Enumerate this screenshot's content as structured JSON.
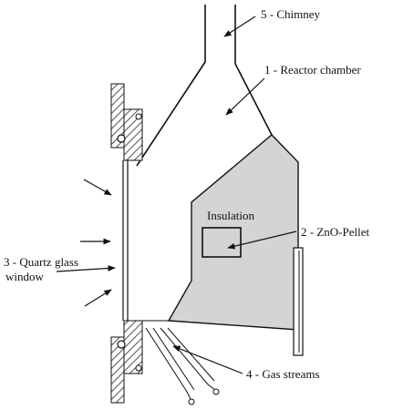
{
  "labels": {
    "chimney": "5 - Chimney",
    "reactor_chamber": "1 - Reactor chamber",
    "insulation": "Insulation",
    "pellet": "2 - ZnO-Pellet",
    "window_line1": "3 - Quartz glass",
    "window_line2": "window",
    "gas_streams": "4 - Gas streams"
  },
  "colors": {
    "insulation_fill": "#d4d4d4",
    "hatch": "#555555",
    "line": "#111111"
  }
}
